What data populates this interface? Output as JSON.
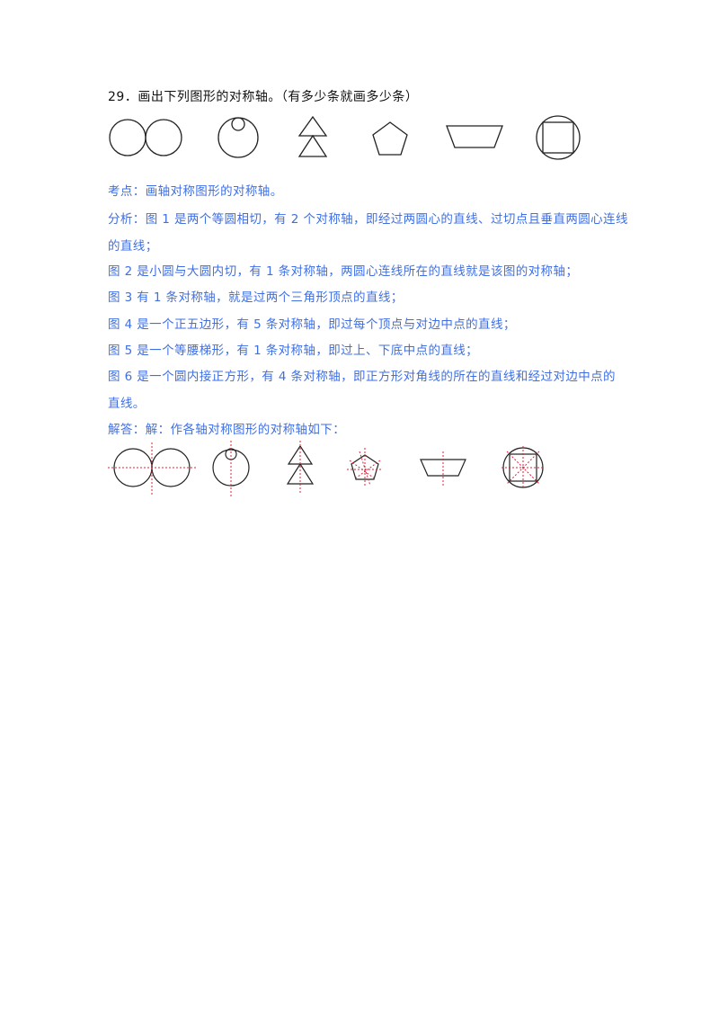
{
  "question": {
    "text": "29．画出下列图形的对称轴。（有多少条就画多少条）"
  },
  "question_figures": [
    "two-tangent-circles",
    "circle-with-inner-small-circle",
    "two-stacked-triangles",
    "pentagon",
    "isosceles-trapezoid",
    "square-inscribed-in-circle"
  ],
  "analysis": {
    "kaodian": "考点：画轴对称图形的对称轴。",
    "fenxi_1": "分析：图 1 是两个等圆相切，有 2 个对称轴，即经过两圆心的直线、过切点且垂直两圆心连线",
    "fenxi_1b": "的直线；",
    "fig2": "图 2 是小圆与大圆内切，有 1 条对称轴，两圆心连线所在的直线就是该图的对称轴；",
    "fig3": "图 3 有 1 条对称轴，就是过两个三角形顶点的直线；",
    "fig4": "图 4 是一个正五边形，有 5 条对称轴，即过每个顶点与对边中点的直线；",
    "fig5": "图 5 是一个等腰梯形，有 1 条对称轴，即过上、下底中点的直线；",
    "fig6": "图 6 是一个圆内接正方形，有 4 条对称轴，即正方形对角线的所在的直线和经过对边中点的",
    "fig6b": "直线。",
    "answer": "解答：解：作各轴对称图形的对称轴如下："
  },
  "colors": {
    "text": "#111111",
    "analysis_blue": "#3f6fe3",
    "axis_red": "#e0203a"
  }
}
